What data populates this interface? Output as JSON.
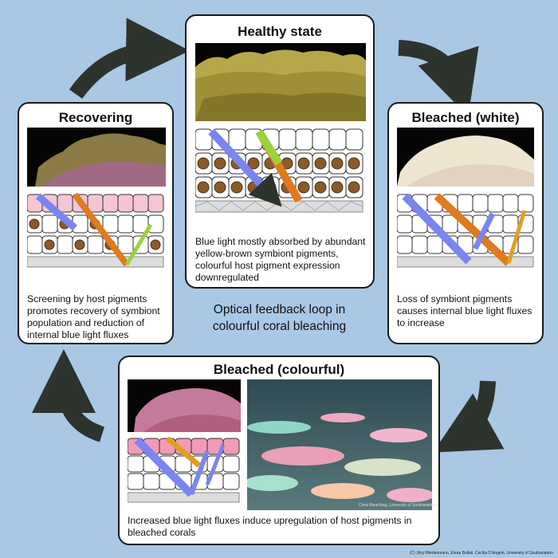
{
  "diagram": {
    "center_title": "Optical feedback loop in colourful coral bleaching",
    "credit": "(C) Jörg Wiedenmann, Elena Bollati, Cecilia D'Angelo, University of Southampton",
    "photo_credit": "Coral Bleaching, University of Southampton",
    "healthy": {
      "title": "Healthy state",
      "caption": "Blue light mostly absorbed by abundant yellow-brown symbiont pigments, colourful host pigment expression downregulated"
    },
    "bleached_white": {
      "title": "Bleached (white)",
      "caption": "Loss of symbiont pigments causes internal blue light fluxes to increase"
    },
    "bleached_colourful": {
      "title": "Bleached (colourful)",
      "caption": "Increased blue light fluxes induce upregulation of host pigments in bleached corals"
    },
    "recovering": {
      "title": "Recovering",
      "caption": "Screening by host pigments promotes recovery of symbiont population and reduction of internal blue light fluxes"
    },
    "colors": {
      "background": "#a9c8e4",
      "blue_light": "#7b84f0",
      "symbiont": "#8b5a2b",
      "host_pigment": "#f4c6d4",
      "arrow": "#2d332d"
    }
  }
}
